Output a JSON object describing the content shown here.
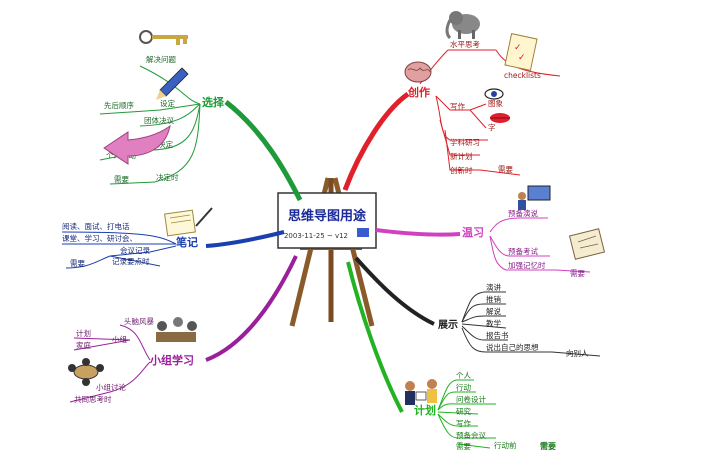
{
  "center": {
    "title": "思维导图用途",
    "date": "2003-11-25 ~ v12"
  },
  "branches": {
    "xuanze": {
      "label": "选择",
      "items": [
        "解决问题",
        "先后顺序",
        "设定",
        "团体决议",
        "个人行动",
        "决定",
        "需要",
        "决定时"
      ]
    },
    "biji": {
      "label": "笔记",
      "items": [
        "阅读、面试、打电话",
        "课堂、学习、研讨会、",
        "会议记录",
        "需要",
        "记录要点时"
      ]
    },
    "xiaozu": {
      "label": "小组学习",
      "items": [
        "头脑风暴",
        "计划",
        "家庭",
        "小组",
        "小组讨论",
        "共同思考时"
      ]
    },
    "chuangzuo": {
      "label": "创作",
      "items": [
        "水平思考",
        "checklists",
        "写作",
        "图象",
        "字",
        "学科研习",
        "新计划",
        "创新时",
        "需要"
      ]
    },
    "wenxi": {
      "label": "温习",
      "items": [
        "预备演说",
        "预备考试",
        "加强记忆时",
        "需要"
      ]
    },
    "zhanshi": {
      "label": "展示",
      "items": [
        "演讲",
        "推销",
        "解说",
        "教学",
        "报告书",
        "说出自己的思想",
        "向别人"
      ]
    },
    "jihua": {
      "label": "计划",
      "items": [
        "个人",
        "行动",
        "问卷设计",
        "研究",
        "写作",
        "预备会议",
        "行动前",
        "需要",
        "需要"
      ]
    }
  },
  "colors": {
    "xuanze": "#1f9a3a",
    "biji": "#1a3fb0",
    "xiaozu": "#9a1f9a",
    "chuangzuo": "#e0202a",
    "wenxi": "#d040c0",
    "zhanshi": "#222222",
    "jihua": "#22b322"
  }
}
